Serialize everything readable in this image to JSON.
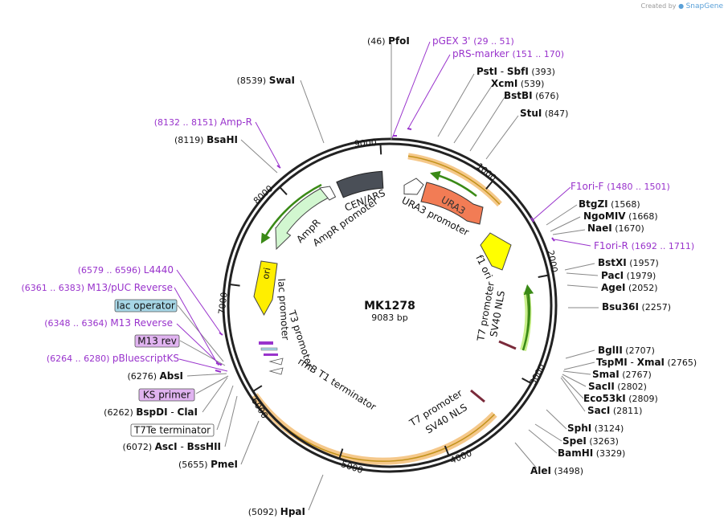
{
  "plasmid": {
    "name": "MK1278",
    "length_label": "9083 bp",
    "length": 9083
  },
  "branding": {
    "created_by": "Created by",
    "product": "SnapGene"
  },
  "colors": {
    "enzyme": "#111111",
    "primer": "#9933cc",
    "leader": "#888888",
    "backbone": "#222222",
    "orange_band": "#f5c88a",
    "green_band": "#c9ef8a",
    "ura3": "#f27c55",
    "ampr": "#d2f7d0",
    "f1ori": "#ffff00",
    "ori": "#ffee00",
    "cen": "#4a4f57",
    "lac_operator": "#a6d6e6",
    "primer_box": "#e0b3f0"
  },
  "ticks": [
    {
      "pos": 1000,
      "label": "1000"
    },
    {
      "pos": 2000,
      "label": "2000"
    },
    {
      "pos": 3000,
      "label": "3000"
    },
    {
      "pos": 4000,
      "label": "4000"
    },
    {
      "pos": 5000,
      "label": "5000"
    },
    {
      "pos": 6000,
      "label": "6000"
    },
    {
      "pos": 7000,
      "label": "7000"
    },
    {
      "pos": 8000,
      "label": "8000"
    },
    {
      "pos": 9000,
      "label": "9000"
    }
  ],
  "feature_labels": [
    {
      "id": "cen",
      "text": "CEN/ARS"
    },
    {
      "id": "ampr-prom",
      "text": "AmpR promoter"
    },
    {
      "id": "ampr",
      "text": "AmpR"
    },
    {
      "id": "ura3",
      "text": "URA3"
    },
    {
      "id": "ura3-prom",
      "text": "URA3 promoter"
    },
    {
      "id": "f1ori",
      "text": "f1 ori"
    },
    {
      "id": "ori",
      "text": "ori"
    },
    {
      "id": "lac-prom",
      "text": "lac promoter"
    },
    {
      "id": "t3-prom",
      "text": "T3 promoter"
    },
    {
      "id": "rrnb",
      "text": "rrnB T1 terminator"
    },
    {
      "id": "t7-prom-1",
      "text": "T7 promoter"
    },
    {
      "id": "sv40-1",
      "text": "SV40 NLS"
    },
    {
      "id": "t7-prom-2",
      "text": "T7 promoter"
    },
    {
      "id": "sv40-2",
      "text": "SV40 NLS"
    }
  ],
  "site_labels": [
    {
      "id": "pfoi",
      "type": "enzyme",
      "pre": "(46)",
      "name": "PfoI"
    },
    {
      "id": "pgex3",
      "type": "primer",
      "name": "pGEX 3'",
      "range": "(29 .. 51)"
    },
    {
      "id": "prsmarker",
      "type": "primer",
      "name": "pRS-marker",
      "range": "(151 .. 170)"
    },
    {
      "id": "psti",
      "type": "enzyme",
      "name": "PstI",
      "name2": "SbfI",
      "post": "(393)"
    },
    {
      "id": "xcmi",
      "type": "enzyme",
      "name": "XcmI",
      "post": "(539)"
    },
    {
      "id": "bstbi",
      "type": "enzyme",
      "name": "BstBI",
      "post": "(676)"
    },
    {
      "id": "stui",
      "type": "enzyme",
      "name": "StuI",
      "post": "(847)"
    },
    {
      "id": "f1orif",
      "type": "primer",
      "name": "F1ori-F",
      "range": "(1480 .. 1501)"
    },
    {
      "id": "btgzi",
      "type": "enzyme",
      "name": "BtgZI",
      "post": "(1568)"
    },
    {
      "id": "ngomiv",
      "type": "enzyme",
      "name": "NgoMIV",
      "post": "(1668)"
    },
    {
      "id": "naei",
      "type": "enzyme",
      "name": "NaeI",
      "post": "(1670)"
    },
    {
      "id": "f1orir",
      "type": "primer",
      "name": "F1ori-R",
      "range": "(1692 .. 1711)"
    },
    {
      "id": "bstxi",
      "type": "enzyme",
      "name": "BstXI",
      "post": "(1957)"
    },
    {
      "id": "paci",
      "type": "enzyme",
      "name": "PacI",
      "post": "(1979)"
    },
    {
      "id": "agei",
      "type": "enzyme",
      "name": "AgeI",
      "post": "(2052)"
    },
    {
      "id": "bsu36i",
      "type": "enzyme",
      "name": "Bsu36I",
      "post": "(2257)"
    },
    {
      "id": "bglii",
      "type": "enzyme",
      "name": "BglII",
      "post": "(2707)"
    },
    {
      "id": "tspmi",
      "type": "enzyme",
      "name": "TspMI",
      "name2": "XmaI",
      "post": "(2765)"
    },
    {
      "id": "smai",
      "type": "enzyme",
      "name": "SmaI",
      "post": "(2767)"
    },
    {
      "id": "sacii",
      "type": "enzyme",
      "name": "SacII",
      "post": "(2802)"
    },
    {
      "id": "eco53ki",
      "type": "enzyme",
      "name": "Eco53kI",
      "post": "(2809)"
    },
    {
      "id": "saci",
      "type": "enzyme",
      "name": "SacI",
      "post": "(2811)"
    },
    {
      "id": "sphi",
      "type": "enzyme",
      "name": "SphI",
      "post": "(3124)"
    },
    {
      "id": "spei",
      "type": "enzyme",
      "name": "SpeI",
      "post": "(3263)"
    },
    {
      "id": "bamhi",
      "type": "enzyme",
      "name": "BamHI",
      "post": "(3329)"
    },
    {
      "id": "alei",
      "type": "enzyme",
      "name": "AleI",
      "post": "(3498)"
    },
    {
      "id": "hpai",
      "type": "enzyme",
      "pre": "(5092)",
      "name": "HpaI"
    },
    {
      "id": "pmei",
      "type": "enzyme",
      "pre": "(5655)",
      "name": "PmeI"
    },
    {
      "id": "asci",
      "type": "enzyme",
      "pre": "(6072)",
      "name": "AscI",
      "name2": "BssHII"
    },
    {
      "id": "t7te",
      "type": "boxed",
      "name": "T7Te terminator",
      "fill": "#ffffff"
    },
    {
      "id": "bspdi",
      "type": "enzyme",
      "pre": "(6262)",
      "name": "BspDI",
      "name2": "ClaI"
    },
    {
      "id": "ksprimer",
      "type": "boxed",
      "name": "KS primer",
      "fill": "#e0b3f0"
    },
    {
      "id": "absi",
      "type": "enzyme",
      "pre": "(6276)",
      "name": "AbsI"
    },
    {
      "id": "pbluescriptks",
      "type": "primer",
      "range": "(6264 .. 6280)",
      "name": "pBluescriptKS"
    },
    {
      "id": "m13rev",
      "type": "boxed",
      "name": "M13 rev",
      "fill": "#e0b3f0"
    },
    {
      "id": "m13reverse",
      "type": "primer",
      "range": "(6348 .. 6364)",
      "name": "M13 Reverse"
    },
    {
      "id": "lacop",
      "type": "boxed",
      "name": "lac operator",
      "fill": "#a6d6e6"
    },
    {
      "id": "m13puc",
      "type": "primer",
      "range": "(6361 .. 6383)",
      "name": "M13/pUC Reverse"
    },
    {
      "id": "l4440",
      "type": "primer",
      "range": "(6579 .. 6596)",
      "name": "L4440"
    },
    {
      "id": "bsahi",
      "type": "enzyme",
      "pre": "(8119)",
      "name": "BsaHI"
    },
    {
      "id": "ampr-primer",
      "type": "primer",
      "range": "(8132 .. 8151)",
      "name": "Amp-R"
    },
    {
      "id": "swai",
      "type": "enzyme",
      "pre": "(8539)",
      "name": "SwaI"
    }
  ]
}
